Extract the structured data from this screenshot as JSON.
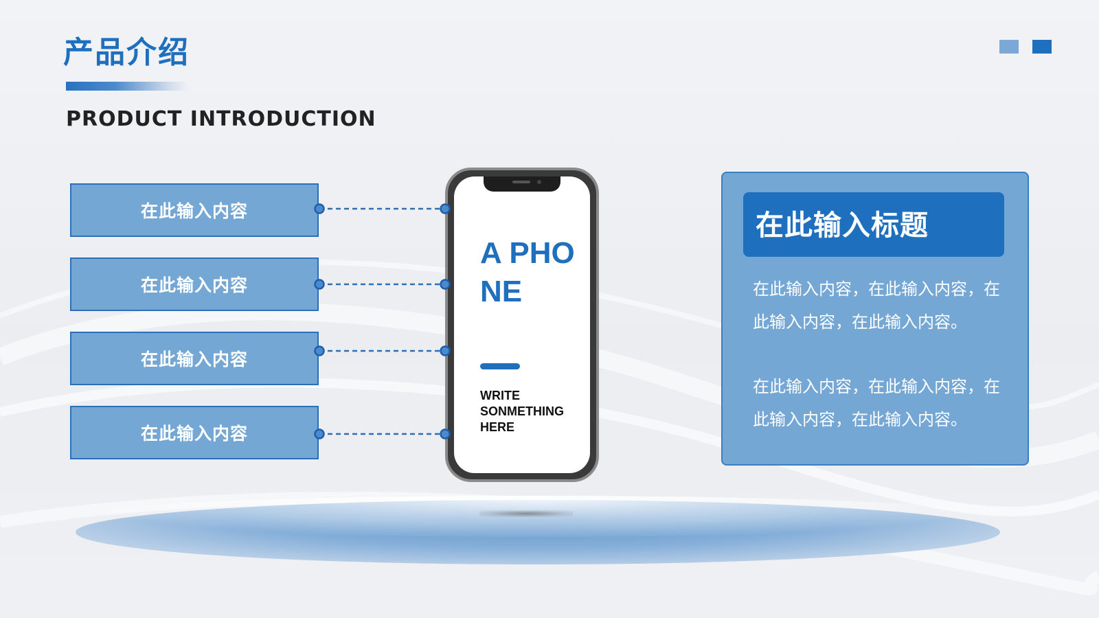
{
  "header": {
    "title_cn": "产品介绍",
    "title_en": "PRODUCT  INTRODUCTION"
  },
  "left_items": [
    {
      "label": "在此输入内容"
    },
    {
      "label": "在此输入内容"
    },
    {
      "label": "在此输入内容"
    },
    {
      "label": "在此输入内容"
    }
  ],
  "phone": {
    "heading": "A PHONE",
    "subtitle": "WRITE SONMETHING HERE"
  },
  "panel": {
    "title": "在此输入标题",
    "paragraph1": "在此输入内容，在此输入内容，在此输入内容，在此输入内容。",
    "paragraph2": "在此输入内容，在此输入内容，在此输入内容，在此输入内容。"
  },
  "colors": {
    "accent_blue": "#1f6fbf",
    "light_blue": "#74a7d4",
    "square_light": "#7aa9d7"
  }
}
